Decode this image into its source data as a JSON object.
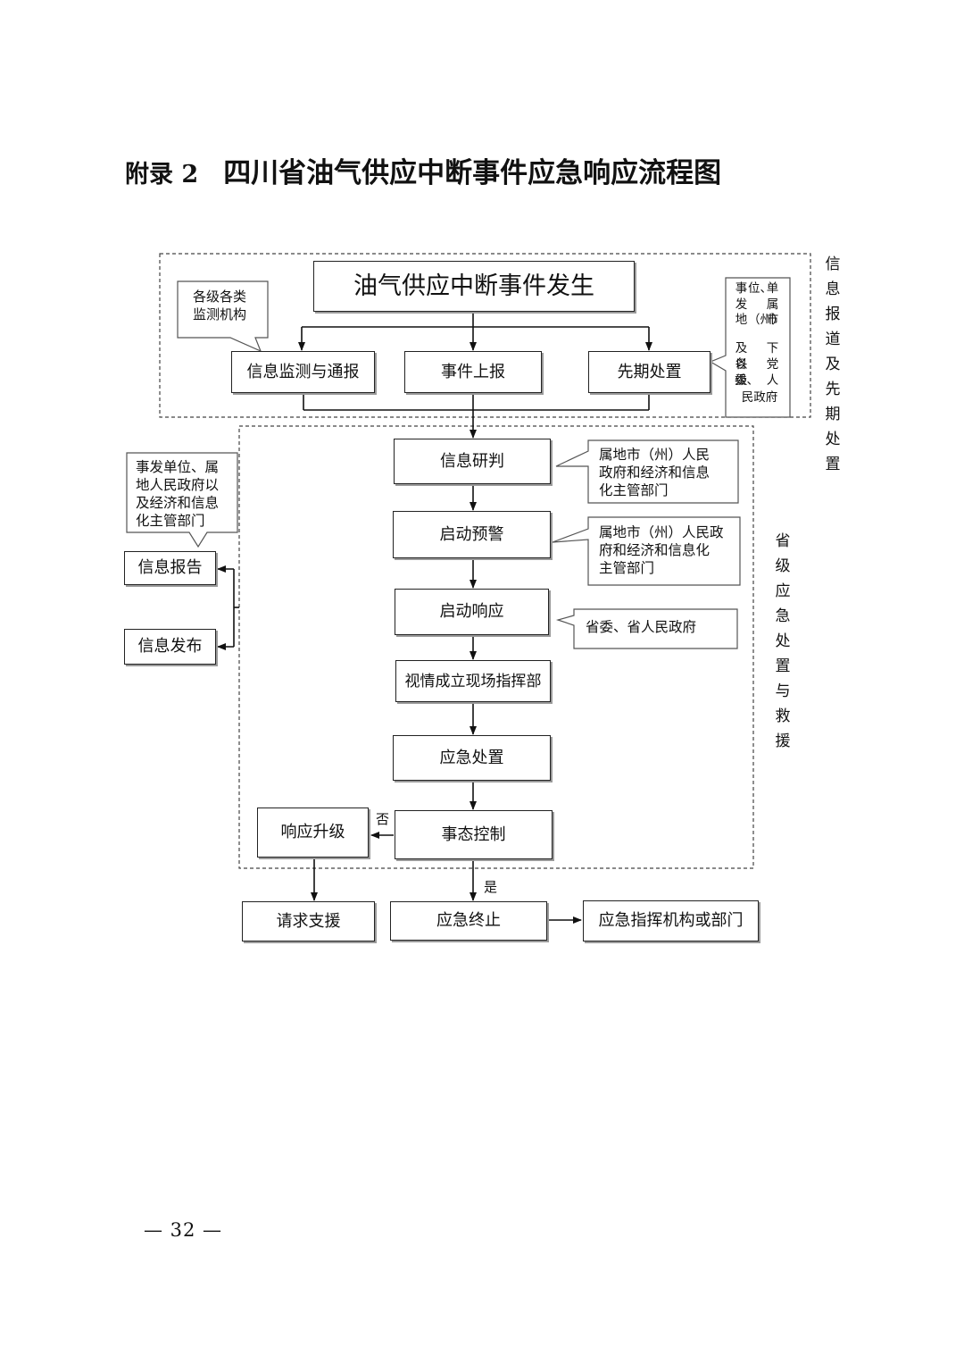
{
  "header": {
    "appendix_label": "附录 2",
    "title": "四川省油气供应中断事件应急响应流程图"
  },
  "diagram": {
    "event": "油气供应中断事件发生",
    "monitor_note": "各级各类\n监测机构",
    "top_steps": [
      "信息监测与通报",
      "事件上报",
      "先期处置"
    ],
    "right_note_columns": [
      "事发",
      "位、",
      "地",
      "（州）",
      "及以",
      "各级",
      "委、",
      "单属",
      "市",
      "",
      "下党",
      "人",
      "民政府"
    ],
    "section1_label": "信息报道及先期处置",
    "section2_label": "省级应急处置与救援",
    "left_note": "事发单位、属\n地人民政府以\n及经济和信息\n化主管部门",
    "info_report": "信息报告",
    "info_release": "信息发布",
    "main_steps": [
      "信息研判",
      "启动预警",
      "启动响应",
      "视情成立现场指挥部",
      "应急处置",
      "事态控制"
    ],
    "judge_note": "属地市（州）人民\n政府和经济和信息\n化主管部门",
    "warning_note": "属地市（州）人民政\n府和经济和信息化\n主管部门",
    "response_note": "省委、省人民政府",
    "escalate": "响应升级",
    "no_label": "否",
    "yes_label": "是",
    "request_support": "请求支援",
    "terminate": "应急终止",
    "command_org": "应急指挥机构或部门"
  },
  "footer": {
    "page_number": "— 32 —"
  }
}
